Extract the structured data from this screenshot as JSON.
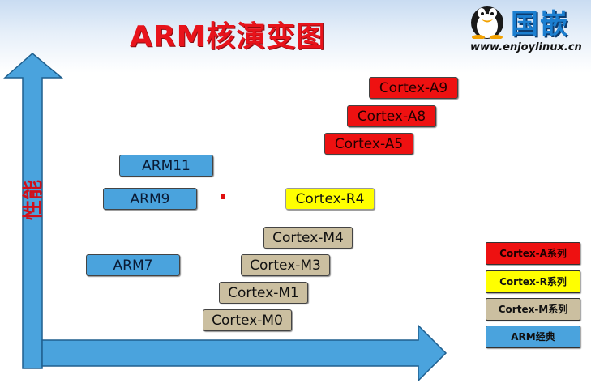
{
  "header": {
    "title": "ARM核演变图",
    "brand": "国嵌",
    "website": "www.enjoylinux.cn"
  },
  "axes": {
    "y_label": "性能"
  },
  "cores": [
    {
      "label": "Cortex-A9",
      "family": "Cortex-A"
    },
    {
      "label": "Cortex-A8",
      "family": "Cortex-A"
    },
    {
      "label": "Cortex-A5",
      "family": "Cortex-A"
    },
    {
      "label": "ARM11",
      "family": "ARM"
    },
    {
      "label": "ARM9",
      "family": "ARM"
    },
    {
      "label": "Cortex-R4",
      "family": "Cortex-R"
    },
    {
      "label": "Cortex-M4",
      "family": "Cortex-M"
    },
    {
      "label": "ARM7",
      "family": "ARM"
    },
    {
      "label": "Cortex-M3",
      "family": "Cortex-M"
    },
    {
      "label": "Cortex-M1",
      "family": "Cortex-M"
    },
    {
      "label": "Cortex-M0",
      "family": "Cortex-M"
    }
  ],
  "legend": [
    {
      "label": "Cortex-A系列",
      "color": "#ee1111"
    },
    {
      "label": "Cortex-R系列",
      "color": "#ffff00"
    },
    {
      "label": "Cortex-M系列",
      "color": "#cbbfa0"
    },
    {
      "label": "ARM经典",
      "color": "#4aa3dd"
    }
  ],
  "colors": {
    "title": "#e8131b",
    "axis": "#4aa3dd",
    "brand": "#1c7fd0"
  }
}
